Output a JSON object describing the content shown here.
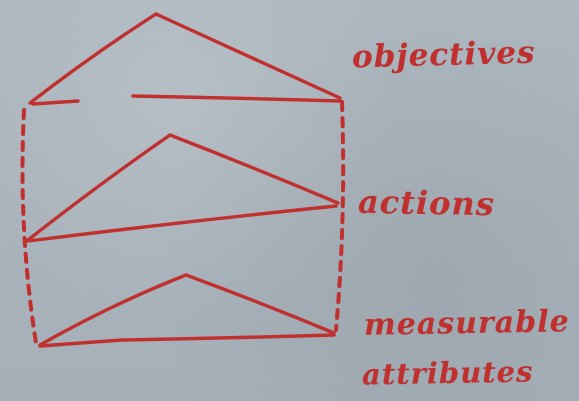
{
  "labels": {
    "objectives": "objectives",
    "actions": "actions",
    "measurable": "measurable",
    "attributes": "attributes"
  },
  "colors": {
    "ink": "#c0302f",
    "board": "#a9b3bb"
  }
}
